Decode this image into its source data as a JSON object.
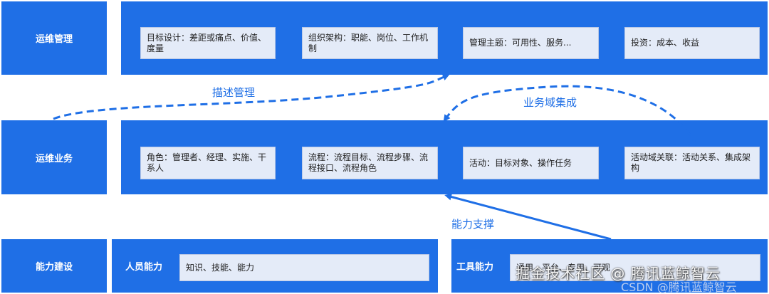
{
  "rows": {
    "ops_management": {
      "label": "运维管理",
      "cells": [
        "目标设计：差距或痛点、价值、度量",
        "组织架构：职能、岗位、工作机制",
        "管理主题：可用性、服务...",
        "投资：成本、收益"
      ]
    },
    "ops_business": {
      "label": "运维业务",
      "cells": [
        "角色：管理者、经理、实施、干系人",
        "流程：流程目标、流程步骤、流程接口、流程角色",
        "活动：目标对象、操作任务",
        "活动域关联：活动关系、集成架构"
      ]
    },
    "capability": {
      "label": "能力建设",
      "people": {
        "title": "人员能力",
        "cell": "知识、技能、能力"
      },
      "tools": {
        "title": "工具能力",
        "cell": "通用、平台、专用、可观"
      }
    }
  },
  "arrows": {
    "describe_management": "描述管理",
    "business_domain_integration": "业务域集成",
    "capability_support": "能力支撑"
  },
  "watermark": {
    "primary": "掘金技术社区 @ 腾讯蓝鲸智云",
    "secondary": "CSDN @腾讯蓝鲸智云"
  },
  "colors": {
    "primary_blue": "#1f6fe6",
    "cell_bg": "#e4ebf8"
  }
}
